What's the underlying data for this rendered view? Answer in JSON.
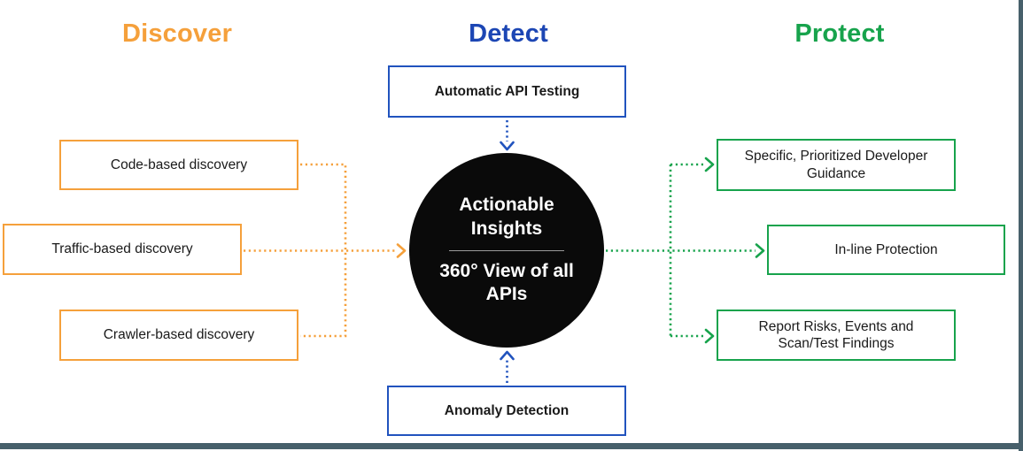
{
  "palette": {
    "discover_orange": "#F5A03B",
    "detect_blue_heading": "#1C46B4",
    "detect_blue_border": "#2153BE",
    "protect_green": "#17A34C",
    "frame_slate": "#47606B",
    "circle_black": "#0A0A0A"
  },
  "columns": {
    "discover": {
      "title": "Discover",
      "boxes": [
        "Code-based discovery",
        "Traffic-based discovery",
        "Crawler-based discovery"
      ]
    },
    "detect": {
      "title": "Detect",
      "top_box": "Automatic API Testing",
      "bottom_box": "Anomaly Detection"
    },
    "protect": {
      "title": "Protect",
      "boxes": [
        "Specific, Prioritized Developer Guidance",
        "In-line Protection",
        "Report Risks, Events and Scan/Test Findings"
      ]
    }
  },
  "center_circle": {
    "line1": "Actionable Insights",
    "line2": "360° View of all APIs"
  }
}
